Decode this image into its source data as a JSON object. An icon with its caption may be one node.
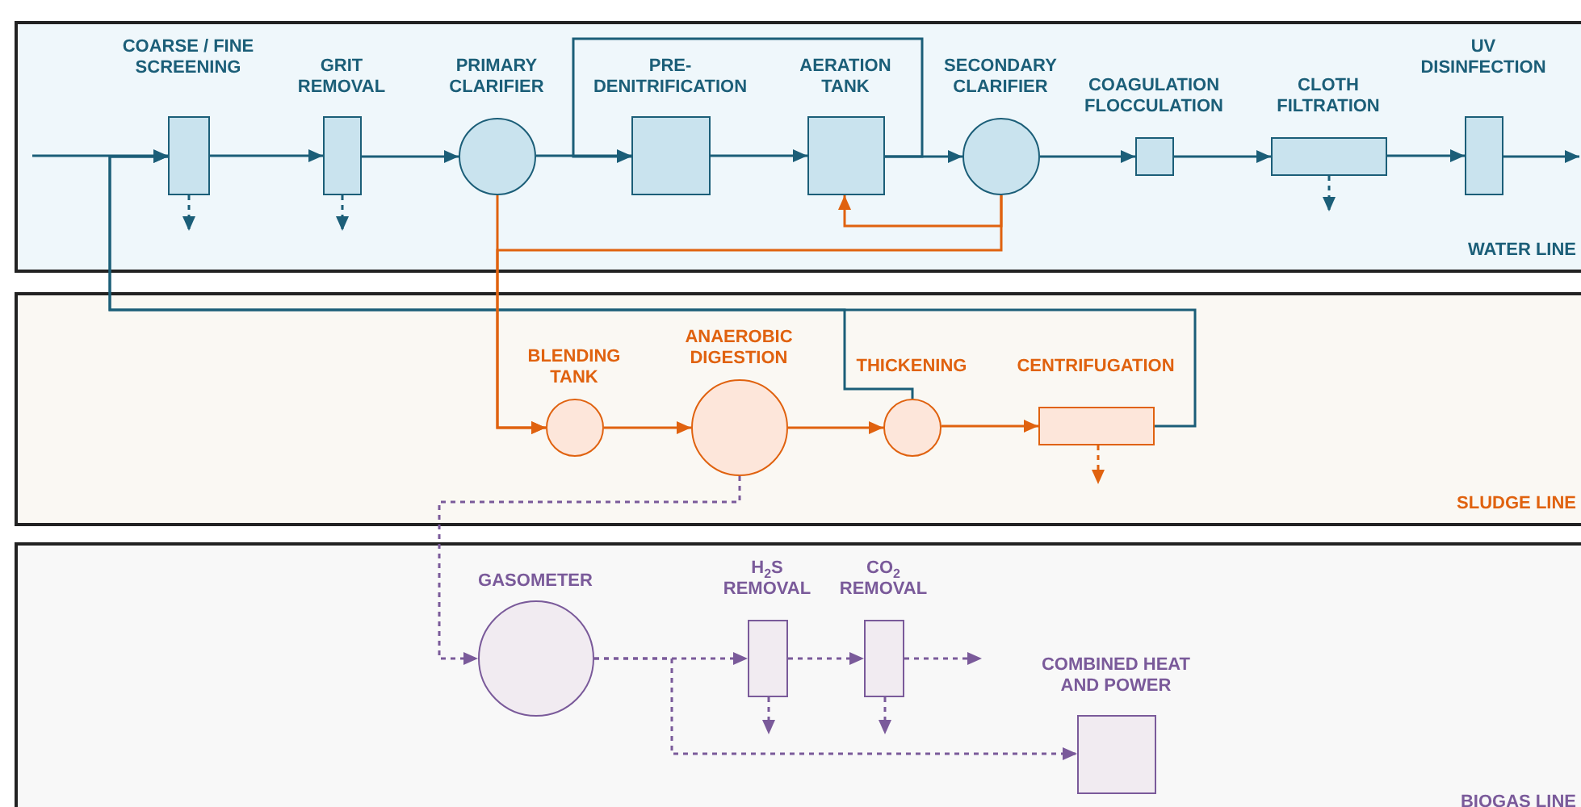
{
  "diagram": {
    "nodes": [
      {
        "text": [
          "WATER LINE"
        ]
      },
      {
        "text": [
          "COARSE / FINE SCREENING"
        ],
        "in": 0
      },
      {
        "text": [
          "GRIT REMOVAL"
        ],
        "in": 0
      },
      {
        "text": [
          "PRIMARY CLARIFIER"
        ],
        "in": 0
      },
      {
        "text": [
          "PRE- DENITRIFICATION"
        ],
        "in": 0
      },
      {
        "text": [
          "AERATION TANK"
        ],
        "in": 0
      },
      {
        "text": [
          "SECONDARY CLARIFIER"
        ],
        "in": 0
      },
      {
        "text": [
          "COAGULATION FLOCCULATION"
        ],
        "in": 0
      },
      {
        "text": [
          "CLOTH FILTRATION"
        ],
        "in": 0
      },
      {
        "text": [
          "UV DISINFECTION"
        ],
        "in": 0
      },
      {
        "text": [
          "SLUDGE LINE"
        ]
      },
      {
        "text": [
          "BLENDING TANK"
        ],
        "in": 10
      },
      {
        "text": [
          "ANAEROBIC DIGESTION"
        ],
        "in": 10
      },
      {
        "text": [
          "THICKENING"
        ],
        "in": 10
      },
      {
        "text": [
          "CENTRIFUGATION"
        ],
        "in": 10
      },
      {
        "text": [
          "BIOGAS LINE"
        ]
      },
      {
        "text": [
          "GASOMETER"
        ],
        "in": 15
      },
      {
        "text": [
          "H$_{2}$S REMOVAL"
        ],
        "in": 15
      },
      {
        "text": [
          "CO$_{2}$ REMOVAL"
        ],
        "in": 15
      },
      {
        "text": [
          "COMBINED HEAT AND POWER"
        ],
        "in": 15
      }
    ],
    "edges": [
      {
        "from": null,
        "to": 1,
        "arrow": "to"
      },
      {
        "from": 1,
        "to": 2,
        "arrow": "to"
      },
      {
        "from": 2,
        "to": 3,
        "arrow": "to"
      },
      {
        "from": 3,
        "to": 4,
        "arrow": "to"
      },
      {
        "from": 4,
        "to": 5,
        "arrow": "to"
      },
      {
        "from": 5,
        "to": 6,
        "arrow": "to"
      },
      {
        "from": 5,
        "to": 4,
        "arrow": "to"
      },
      {
        "from": 6,
        "to": 7,
        "arrow": "to"
      },
      {
        "from": 7,
        "to": 8,
        "arrow": "to"
      },
      {
        "from": 8,
        "to": 9,
        "arrow": "to"
      },
      {
        "from": 9,
        "to": null,
        "arrow": "to"
      },
      {
        "from": 1,
        "to": null,
        "arrow": "to",
        "style": "dashed"
      },
      {
        "from": 2,
        "to": null,
        "arrow": "to",
        "style": "dashed"
      },
      {
        "from": 8,
        "to": null,
        "arrow": "to",
        "style": "dashed"
      },
      {
        "from": 14,
        "to": 1,
        "arrow": "to"
      },
      {
        "from": 13,
        "to": 1,
        "arrow": "to"
      },
      {
        "from": 3,
        "to": 11,
        "arrow": "to",
        "color": "#e0620f"
      },
      {
        "from": 6,
        "to": 11,
        "arrow": "to",
        "color": "#e0620f"
      },
      {
        "from": 6,
        "to": 5,
        "arrow": "to",
        "color": "#e0620f"
      },
      {
        "from": 11,
        "to": 12,
        "arrow": "to",
        "color": "#e0620f"
      },
      {
        "from": 12,
        "to": 13,
        "arrow": "to",
        "color": "#e0620f"
      },
      {
        "from": 13,
        "to": 14,
        "arrow": "to",
        "color": "#e0620f"
      },
      {
        "from": 14,
        "to": null,
        "arrow": "to",
        "style": "dashed",
        "color": "#e0620f"
      },
      {
        "from": 12,
        "to": 16,
        "arrow": "to",
        "style": "dashed",
        "color": "#7a5a9a"
      },
      {
        "from": 16,
        "to": 17,
        "arrow": "to",
        "style": "dashed",
        "color": "#7a5a9a"
      },
      {
        "from": 16,
        "to": 19,
        "arrow": "to",
        "style": "dashed",
        "color": "#7a5a9a"
      },
      {
        "from": 17,
        "to": 18,
        "arrow": "to",
        "style": "dashed",
        "color": "#7a5a9a"
      },
      {
        "from": 18,
        "to": null,
        "arrow": "to",
        "style": "dashed",
        "color": "#7a5a9a"
      },
      {
        "from": 17,
        "to": null,
        "arrow": "to",
        "style": "dashed",
        "color": "#7a5a9a"
      },
      {
        "from": 18,
        "to": null,
        "arrow": "to",
        "style": "dashed",
        "color": "#7a5a9a"
      }
    ]
  }
}
